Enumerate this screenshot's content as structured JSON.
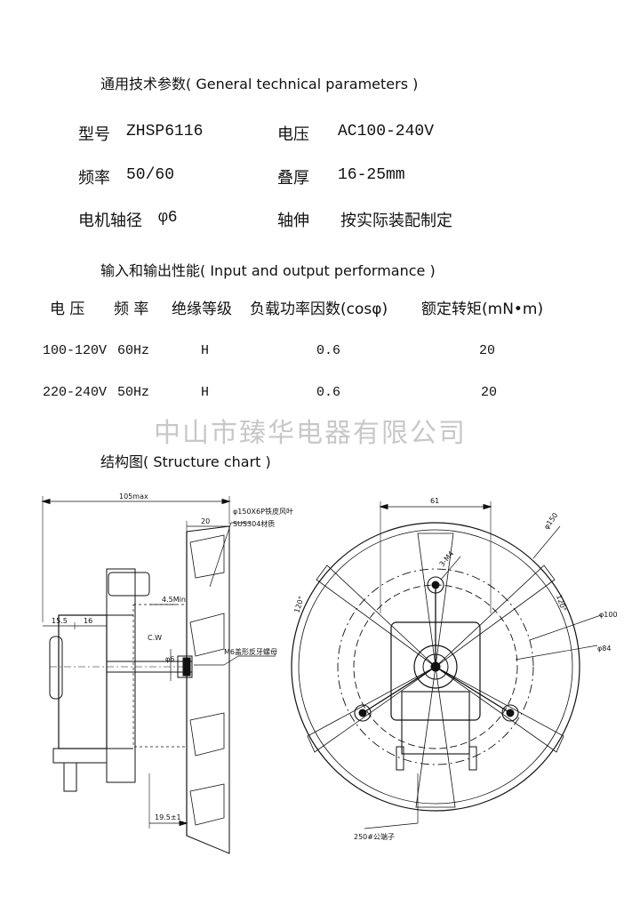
{
  "general": {
    "title": "通用技术参数( General technical parameters )",
    "model_label": "型号",
    "model_value": "ZHSP6116",
    "voltage_label": "电压",
    "voltage_value": "AC100-240V",
    "frequency_label": "频率",
    "frequency_value": "50/60",
    "stack_label": "叠厚",
    "stack_value": "16-25mm",
    "shaft_label": "电机轴径",
    "shaft_value": "φ6",
    "extension_label": "轴伸",
    "extension_value": "按实际装配制定"
  },
  "performance": {
    "title": "输入和输出性能( Input and output performance )",
    "headers": [
      "电 压",
      "频 率",
      "绝缘等级",
      "负载功率因数(cosφ)",
      "额定转矩(mN•m)"
    ],
    "rows": [
      [
        "100-120V",
        "60Hz",
        "H",
        "0.6",
        "20"
      ],
      [
        "220-240V",
        "50Hz",
        "H",
        "0.6",
        "20"
      ]
    ]
  },
  "watermark": "中山市臻华电器有限公司",
  "structure": {
    "title": "结构图( Structure chart )",
    "side": {
      "dim_105": "105max",
      "dim_20": "20",
      "dim_15_5": "15.5",
      "dim_16": "16",
      "dim_4_5": "4.5Min",
      "dim_cw": "C.W",
      "dim_phi6": "φ6",
      "dim_19_5": "19.5±1",
      "note_fan": "φ150X6P铁皮风叶",
      "note_material": "SUS304材质",
      "note_nut": "M6盖形反牙螺母"
    },
    "front": {
      "dim_61": "61",
      "dim_150": "φ150",
      "dim_100": "φ100",
      "dim_84": "φ84",
      "angle_left": "120°",
      "angle_right": "120°",
      "holes": "3-M4",
      "terminal": "250#公端子"
    }
  }
}
